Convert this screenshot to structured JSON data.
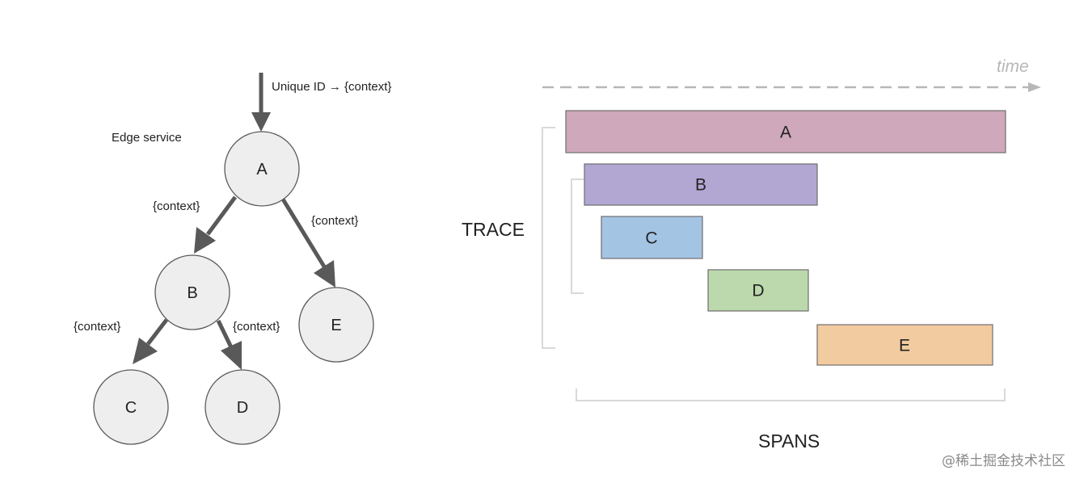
{
  "tree": {
    "incoming_label": "Unique ID → {context}",
    "edge_service_label": "Edge service",
    "nodes": {
      "a": "A",
      "b": "B",
      "c": "C",
      "d": "D",
      "e": "E"
    },
    "edge_labels": {
      "ab": "{context}",
      "ae": "{context}",
      "bc": "{context}",
      "bd": "{context}"
    }
  },
  "timeline": {
    "time_label": "time",
    "trace_label": "TRACE",
    "spans_label": "SPANS",
    "spans": {
      "a": {
        "label": "A",
        "color": "#cfa8bb"
      },
      "b": {
        "label": "B",
        "color": "#b1a7d2"
      },
      "c": {
        "label": "C",
        "color": "#a4c4e4"
      },
      "d": {
        "label": "D",
        "color": "#bcd8ad"
      },
      "e": {
        "label": "E",
        "color": "#f3cba0"
      }
    }
  },
  "watermark": "@稀土掘金技术社区"
}
